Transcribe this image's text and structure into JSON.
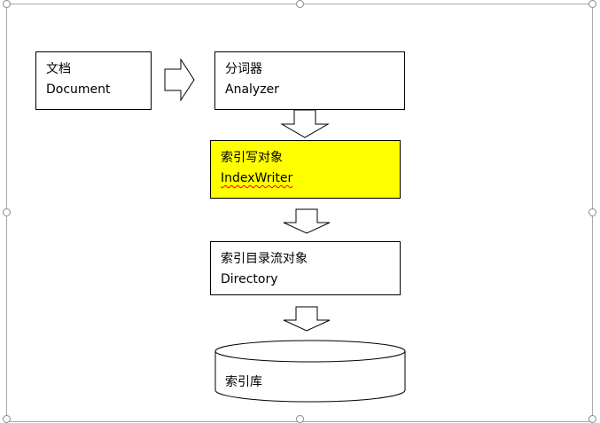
{
  "diagram": {
    "nodes": {
      "document": {
        "label_zh": "文档",
        "label_en": "Document"
      },
      "analyzer": {
        "label_zh": "分词器",
        "label_en": "Analyzer"
      },
      "index_writer": {
        "label_zh": "索引写对象",
        "label_en": "IndexWriter",
        "fill": "#ffff00",
        "spellcheck_flag": true
      },
      "directory": {
        "label_zh": "索引目录流对象",
        "label_en": "Directory"
      },
      "index_store": {
        "label_zh": "索引库",
        "shape": "cylinder"
      }
    },
    "edges": [
      {
        "from": "document",
        "to": "analyzer",
        "style": "block-arrow"
      },
      {
        "from": "analyzer",
        "to": "index_writer",
        "style": "block-arrow"
      },
      {
        "from": "index_writer",
        "to": "directory",
        "style": "block-arrow"
      },
      {
        "from": "directory",
        "to": "index_store",
        "style": "block-arrow"
      }
    ]
  },
  "selection": {
    "handles": 8,
    "frame_color": "#a9a9a9"
  }
}
